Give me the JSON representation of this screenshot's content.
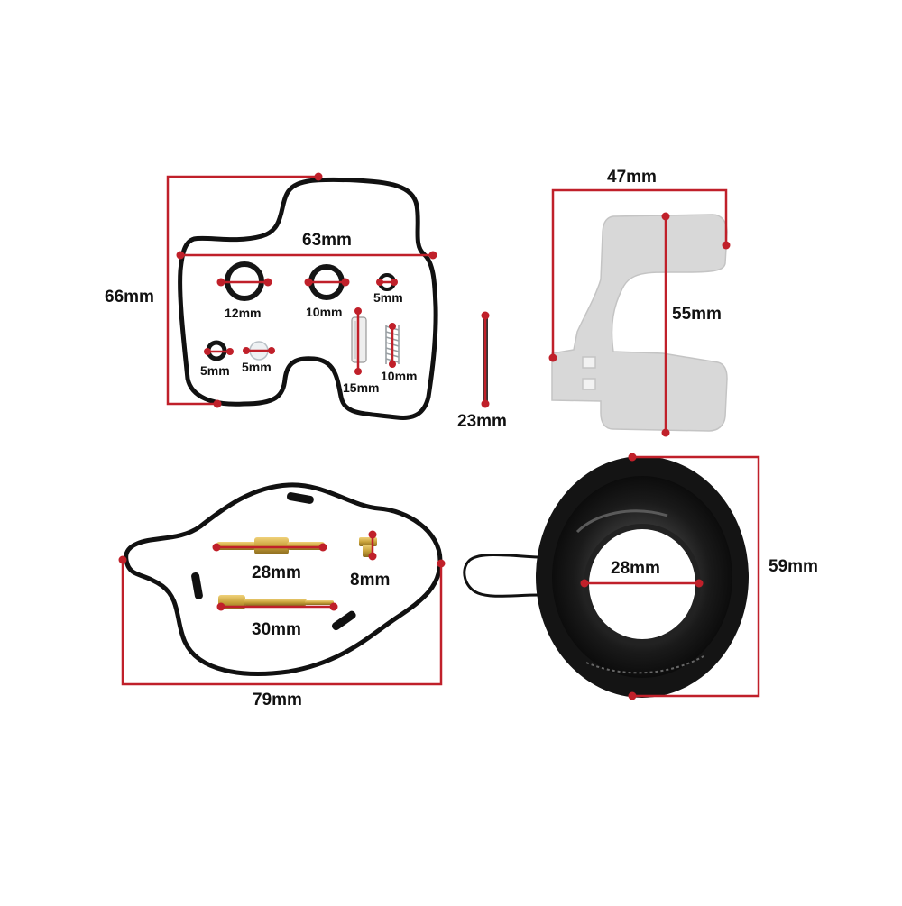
{
  "labels": {
    "gasket_width": "63mm",
    "gasket_height": "66mm",
    "oring_12": "12mm",
    "oring_10": "10mm",
    "oring_5_top": "5mm",
    "oring_5_left": "5mm",
    "ball_5": "5mm",
    "float_needle": "15mm",
    "spring": "10mm",
    "pin": "23mm",
    "bracket_width": "47mm",
    "bracket_height": "55mm",
    "jet_28": "28mm",
    "jet_30": "30mm",
    "jet_8": "8mm",
    "bowl_gasket_width": "79mm",
    "diaphragm_inner": "28mm",
    "diaphragm_height": "59mm"
  },
  "colors": {
    "measure_line": "#c0202a",
    "rubber": "#111111",
    "brass": "#c9a23a",
    "plastic": "#d6d6d6"
  }
}
